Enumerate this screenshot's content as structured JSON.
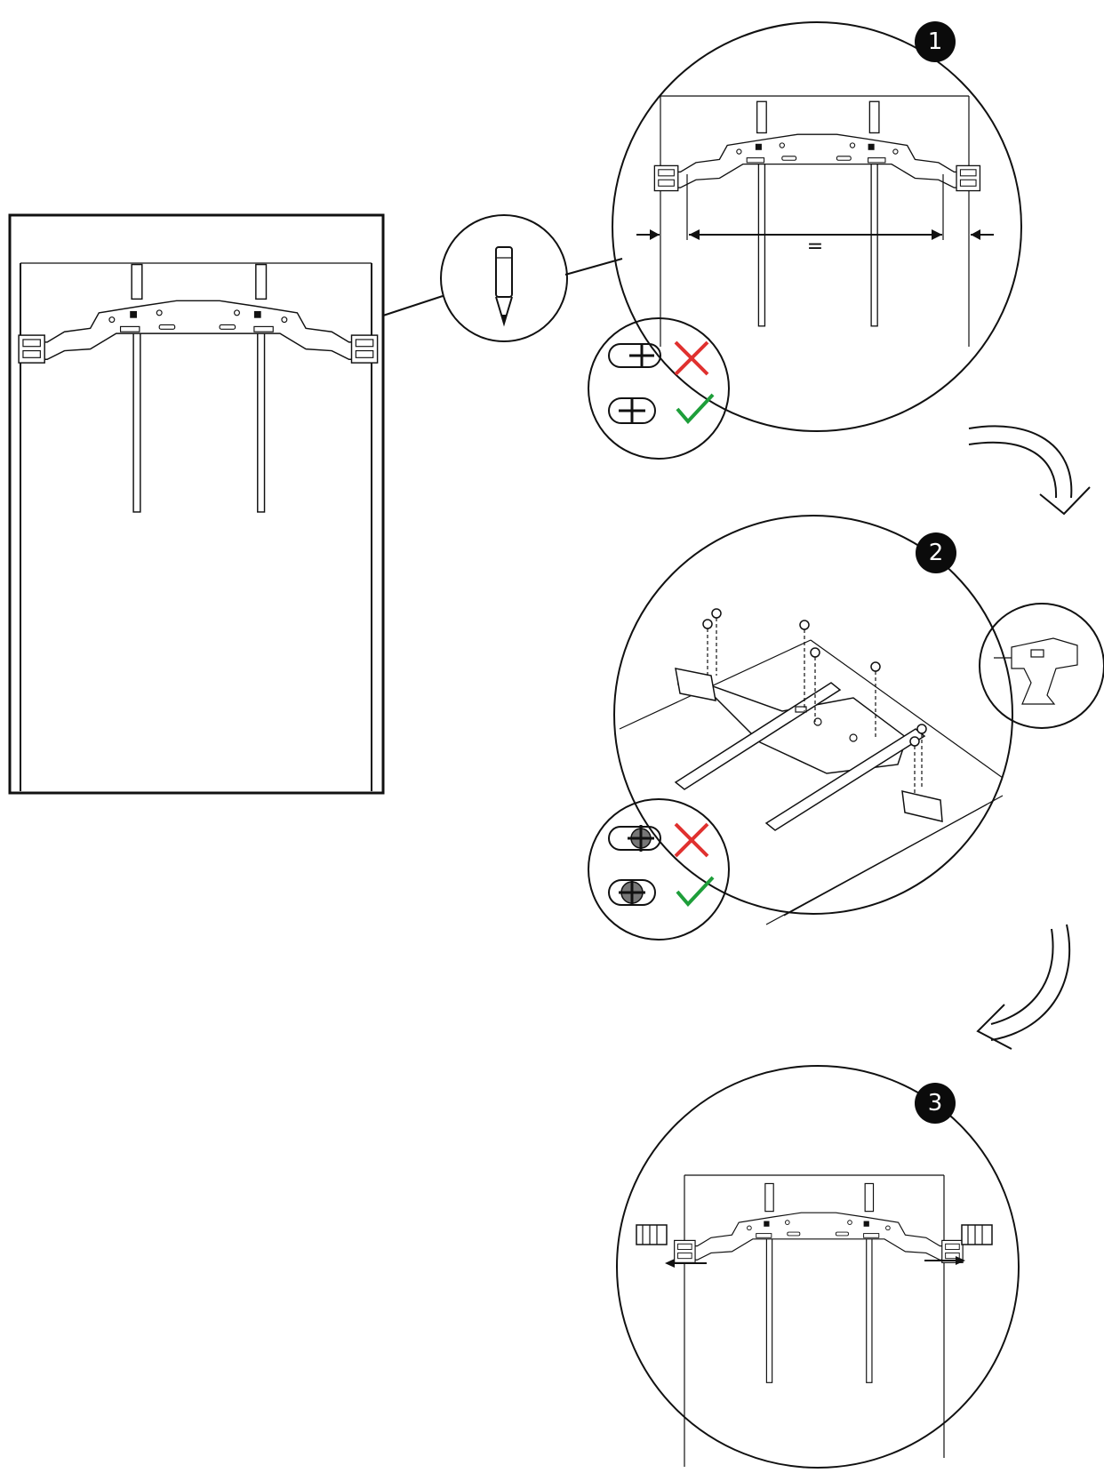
{
  "steps": [
    {
      "number": "1",
      "label_equal": "="
    },
    {
      "number": "2"
    },
    {
      "number": "3"
    }
  ],
  "icons": {
    "overview": "cabinet-with-drawer-bracket",
    "tool_step1": "pencil-icon",
    "tool_step2": "cordless-drill-icon",
    "marks_step1": [
      "slot-mark-wrong",
      "hole-mark-correct"
    ],
    "marks_step2": [
      "slot-screw-wrong",
      "hole-screw-correct"
    ]
  },
  "colors": {
    "line": "#111111",
    "wrong": "#e0312f",
    "correct": "#1e9e3a",
    "badge": "#0b0b0b"
  }
}
